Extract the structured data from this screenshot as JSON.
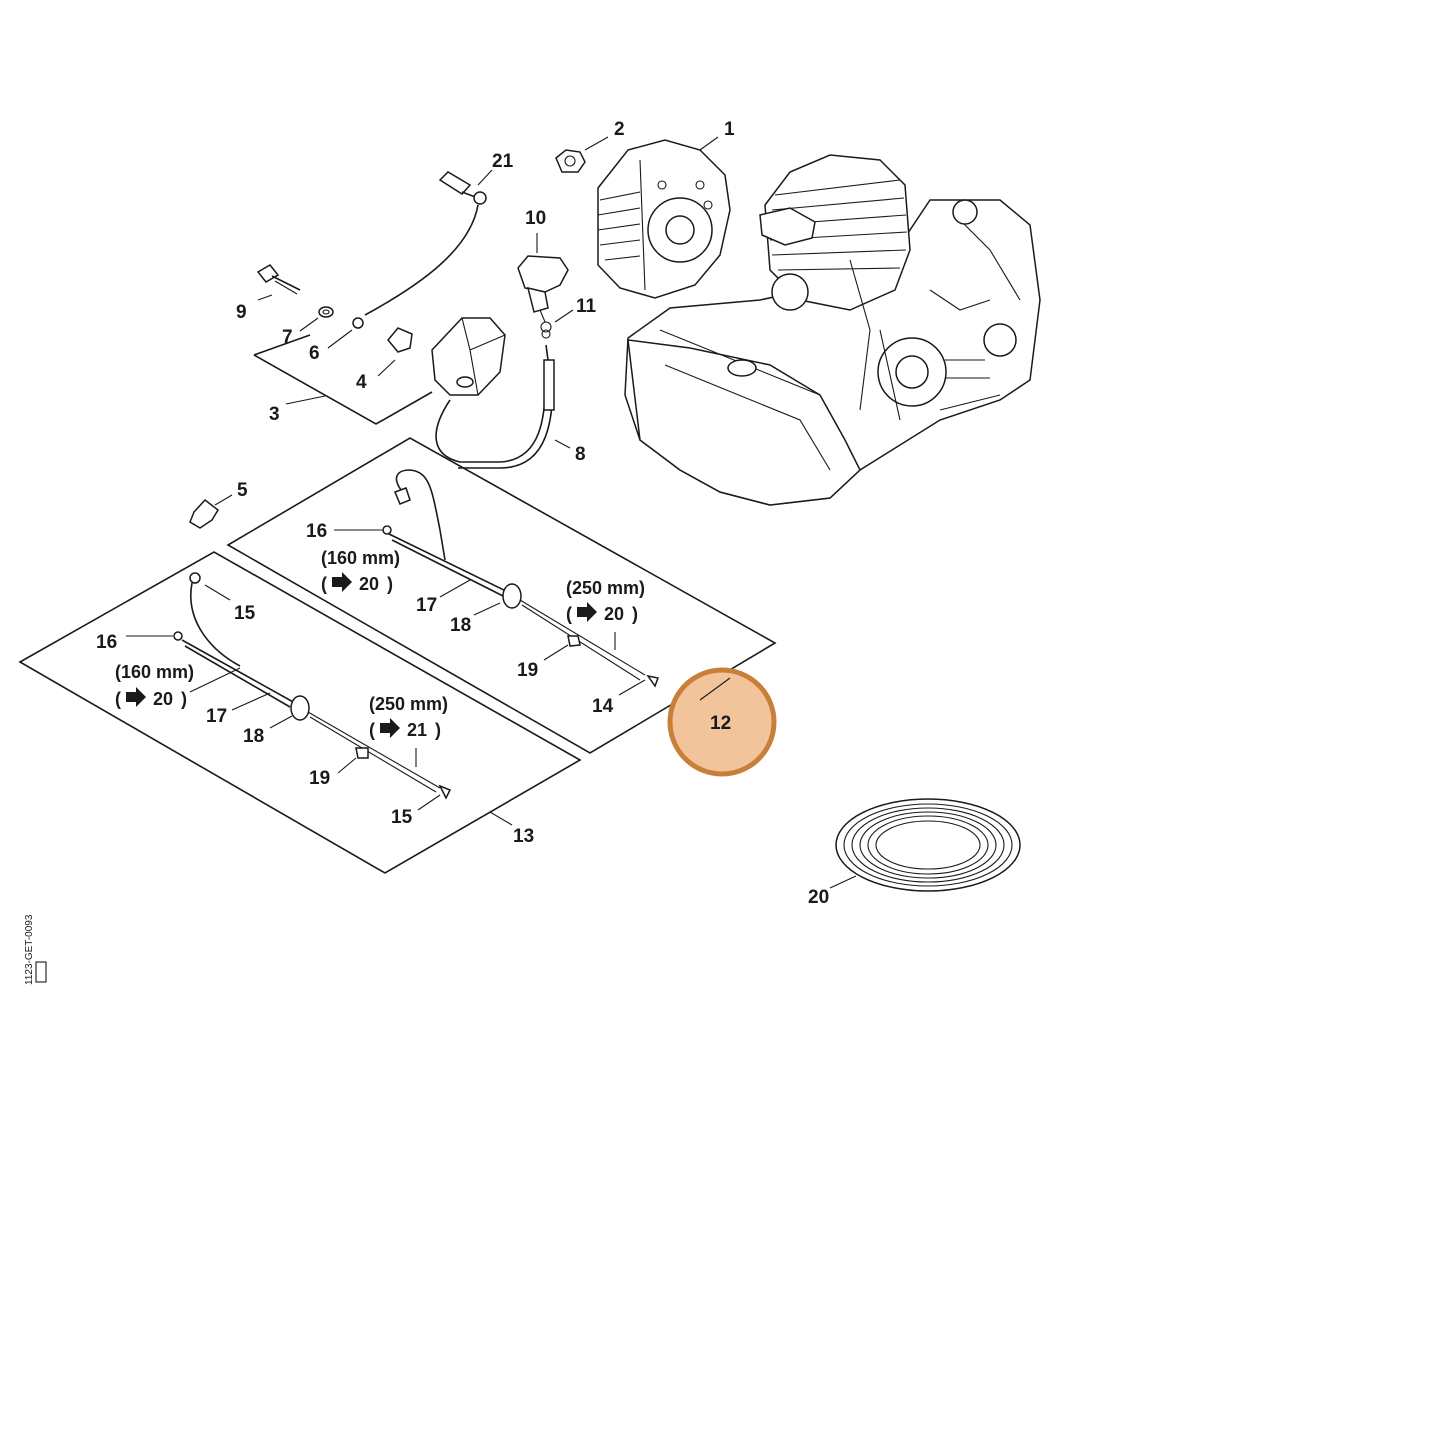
{
  "diagram": {
    "highlight": {
      "label": "12",
      "fill": "#f2c49c",
      "stroke": "#c87f3a"
    },
    "callouts": [
      {
        "id": "c1",
        "text": "1"
      },
      {
        "id": "c2",
        "text": "2"
      },
      {
        "id": "c21a",
        "text": "21"
      },
      {
        "id": "c10",
        "text": "10"
      },
      {
        "id": "c11",
        "text": "11"
      },
      {
        "id": "c9",
        "text": "9"
      },
      {
        "id": "c7",
        "text": "7"
      },
      {
        "id": "c6",
        "text": "6"
      },
      {
        "id": "c4",
        "text": "4"
      },
      {
        "id": "c3",
        "text": "3"
      },
      {
        "id": "c8",
        "text": "8"
      },
      {
        "id": "c5",
        "text": "5"
      },
      {
        "id": "c16a",
        "text": "16"
      },
      {
        "id": "c17a",
        "text": "17"
      },
      {
        "id": "c18a",
        "text": "18"
      },
      {
        "id": "c19a",
        "text": "19"
      },
      {
        "id": "c14",
        "text": "14"
      },
      {
        "id": "c15a",
        "text": "15"
      },
      {
        "id": "c16b",
        "text": "16"
      },
      {
        "id": "c17b",
        "text": "17"
      },
      {
        "id": "c18b",
        "text": "18"
      },
      {
        "id": "c19b",
        "text": "19"
      },
      {
        "id": "c15b",
        "text": "15"
      },
      {
        "id": "c13",
        "text": "13"
      },
      {
        "id": "c20",
        "text": "20"
      }
    ],
    "specs": {
      "kit12": {
        "short_length": "(160 mm)",
        "short_ref_open": "(",
        "short_ref_num": "20",
        "short_ref_close": ")",
        "long_length": "(250 mm)",
        "long_ref_open": "(",
        "long_ref_num": "20",
        "long_ref_close": ")"
      },
      "kit13": {
        "short_length": "(160 mm)",
        "short_ref_open": "(",
        "short_ref_num": "20",
        "short_ref_close": ")",
        "long_length": "(250 mm)",
        "long_ref_open": "(",
        "long_ref_num": "21",
        "long_ref_close": ")"
      }
    },
    "drawing_code": "1123-GET-0093"
  }
}
